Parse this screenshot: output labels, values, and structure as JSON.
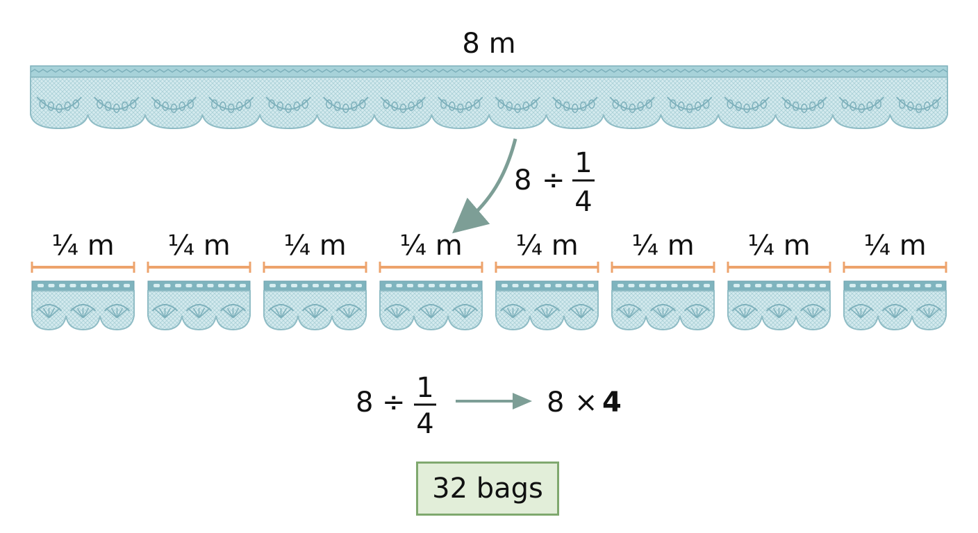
{
  "total_length_label": "8 m",
  "operation": {
    "dividend": "8",
    "divide_sign": "÷",
    "numerator": "1",
    "denominator": "4"
  },
  "piece_label": "¼ m",
  "piece_count": 8,
  "conversion": {
    "dividend": "8",
    "divide_sign": "÷",
    "numerator": "1",
    "denominator": "4",
    "result_left": "8",
    "times_sign": "×",
    "result_right": "4"
  },
  "answer": "32 bags",
  "colors": {
    "lace": "#9dcbd3",
    "lace_edge": "#7db0bb",
    "measure": "#eda36c",
    "arrow": "#7d9e96",
    "answer_fill": "#e2eed9",
    "answer_border": "#7fa86e"
  }
}
